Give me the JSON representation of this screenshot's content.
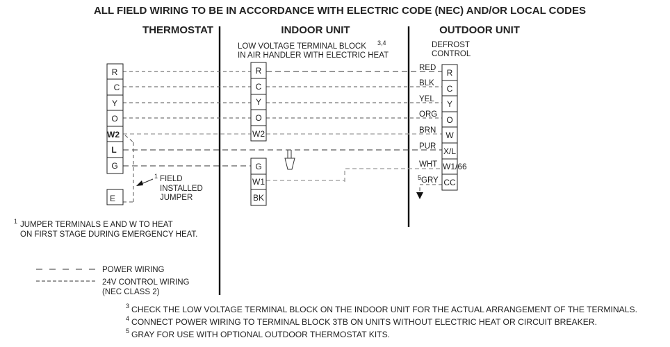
{
  "title": "ALL FIELD WIRING TO BE IN ACCORDANCE WITH ELECTRIC CODE (NEC)  AND/OR LOCAL CODES",
  "sections": {
    "thermostat": {
      "heading": "THERMOSTAT",
      "terminals": [
        "R",
        "C",
        "Y",
        "O",
        "W2",
        "L",
        "G",
        "E"
      ]
    },
    "indoor": {
      "heading": "INDOOR UNIT",
      "subtitle_line1": "LOW VOLTAGE TERMINAL BLOCK",
      "subtitle_sup": "3,4",
      "subtitle_line2": "IN AIR HANDLER WITH ELECTRIC HEAT",
      "terminals": [
        "R",
        "C",
        "Y",
        "O",
        "W2",
        "G",
        "W1",
        "BK"
      ]
    },
    "outdoor": {
      "heading": "OUTDOOR UNIT",
      "subtitle_line1": "DEFROST",
      "subtitle_line2": "CONTROL",
      "terminals": [
        "R",
        "C",
        "Y",
        "O",
        "W",
        "X/L",
        "W1/66",
        "CC"
      ],
      "wire_colors": [
        "RED",
        "BLK",
        "YEL",
        "ORG",
        "BRN",
        "PUR",
        "WHT",
        "GRY"
      ],
      "gry_sup": "5"
    }
  },
  "jumper": {
    "sup": "1",
    "line1": "FIELD",
    "line2": "INSTALLED",
    "line3": "JUMPER"
  },
  "footnote1": {
    "sup": "1",
    "line1": "JUMPER TERMINALS E AND W TO HEAT",
    "line2": "ON FIRST STAGE DURING EMERGENCY HEAT."
  },
  "legend": {
    "power": "POWER WIRING",
    "control_line1": "24V CONTROL WIRING",
    "control_line2": "(NEC CLASS 2)"
  },
  "notes": [
    {
      "sup": "3",
      "text": "CHECK THE LOW VOLTAGE TERMINAL BLOCK ON THE INDOOR UNIT FOR THE ACTUAL ARRANGEMENT OF THE TERMINALS."
    },
    {
      "sup": "4",
      "text": "CONNECT POWER WIRING TO TERMINAL BLOCK 3TB ON UNITS WITHOUT ELECTRIC HEAT OR CIRCUIT BREAKER."
    },
    {
      "sup": "5",
      "text": "GRAY FOR USE WITH OPTIONAL OUTDOOR THERMOSTAT KITS."
    }
  ]
}
